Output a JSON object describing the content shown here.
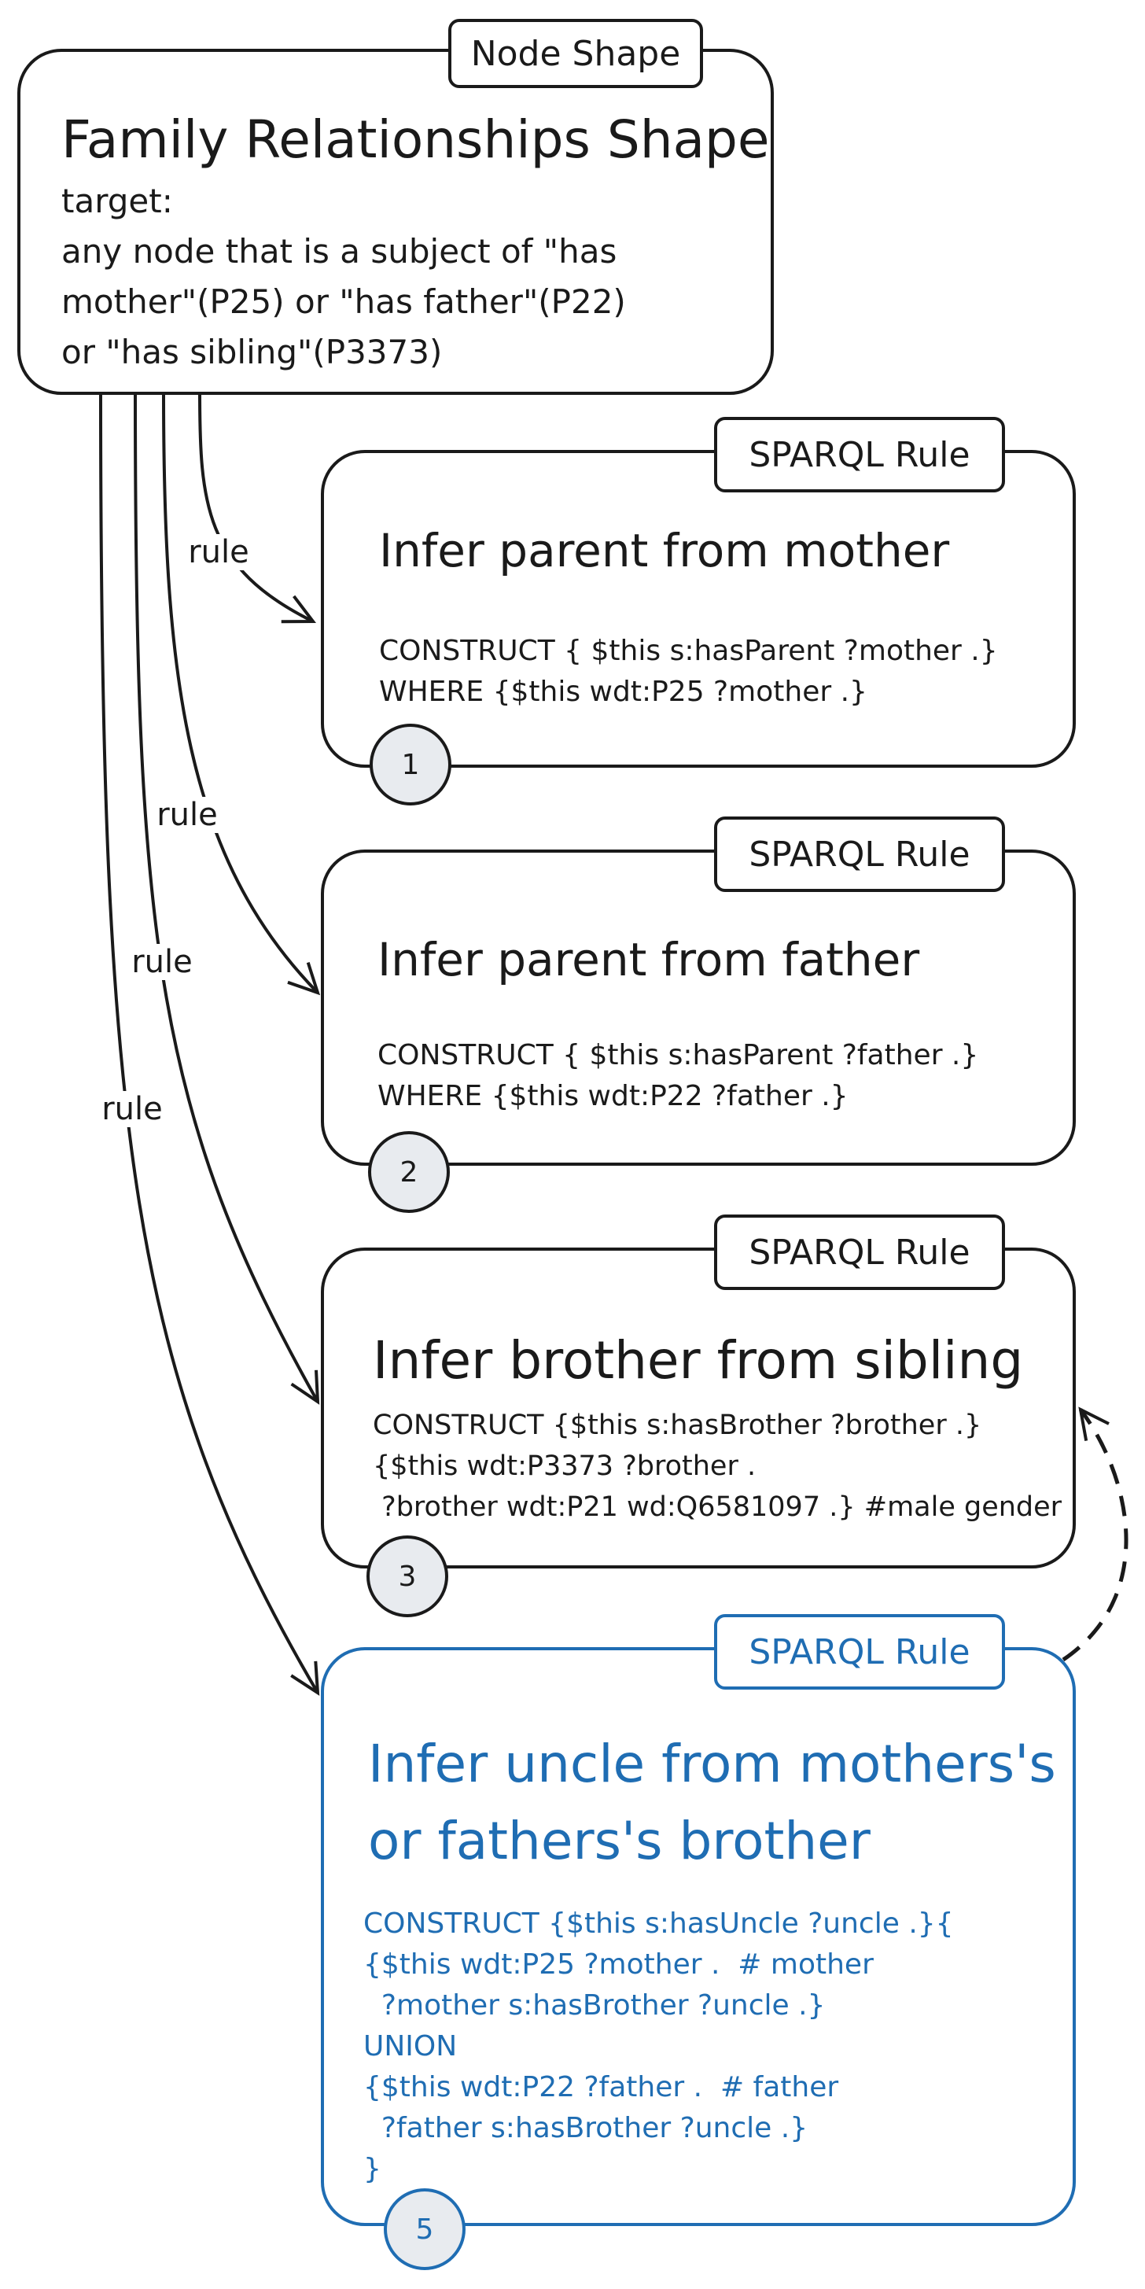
{
  "node_shape": {
    "tag": "Node Shape",
    "title": "Family Relationships Shape",
    "target_label": "target:",
    "target_text": "any node that is a subject of \"has\nmother\"(P25) or \"has father\"(P22)\nor \"has sibling\"(P3373)"
  },
  "edge_label": "rule",
  "rules": [
    {
      "tag": "SPARQL Rule",
      "title": "Infer parent from mother",
      "code": "CONSTRUCT { $this s:hasParent ?mother .}\nWHERE {$this wdt:P25 ?mother .}",
      "number": "1"
    },
    {
      "tag": "SPARQL Rule",
      "title": "Infer parent from father",
      "code": "CONSTRUCT { $this s:hasParent ?father .}\nWHERE {$this wdt:P22 ?father .}",
      "number": "2"
    },
    {
      "tag": "SPARQL Rule",
      "title": "Infer brother from sibling",
      "code": "CONSTRUCT {$this s:hasBrother ?brother .}\n{$this wdt:P3373 ?brother .\n ?brother wdt:P21 wd:Q6581097 .} #male gender",
      "number": "3"
    },
    {
      "tag": "SPARQL Rule",
      "title": "Infer uncle from mothers's\nor fathers's brother",
      "code": "CONSTRUCT {$this s:hasUncle ?uncle .}{\n{$this wdt:P25 ?mother .  # mother\n  ?mother s:hasBrother ?uncle .}\nUNION\n{$this wdt:P22 ?father .  # father\n  ?father s:hasBrother ?uncle .}\n}",
      "number": "5"
    }
  ],
  "colors": {
    "stroke": "#1a1a1a",
    "accent_blue": "#1f6db3",
    "badge_fill": "#e8ebef"
  }
}
